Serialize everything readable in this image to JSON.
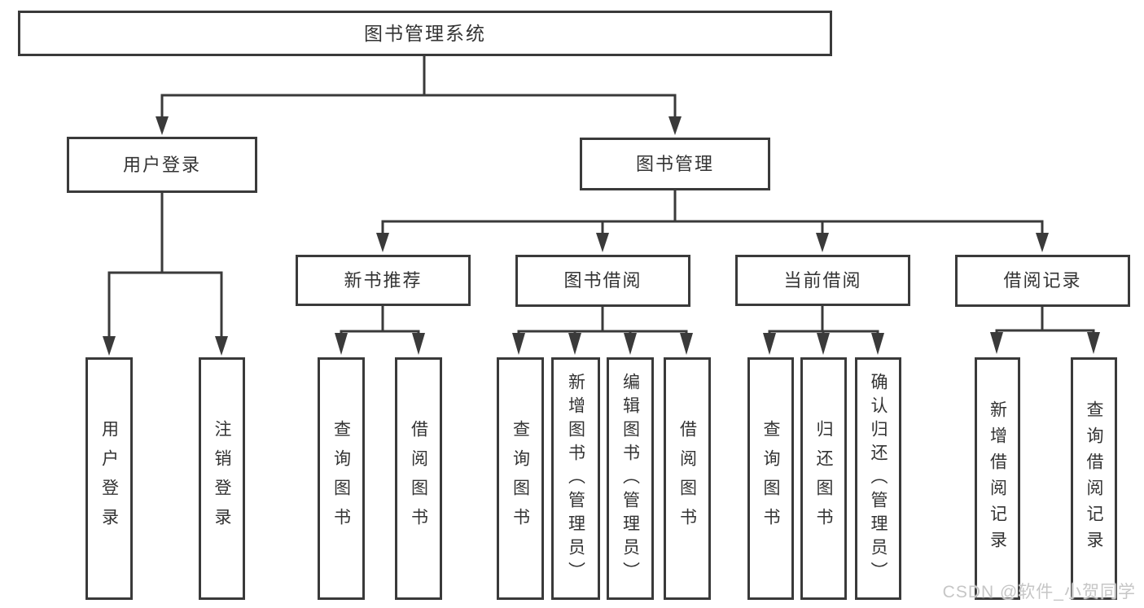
{
  "tree": {
    "root": {
      "label": "图书管理系统"
    },
    "user_login": {
      "label": "用户登录",
      "children": [
        {
          "label": "用户登录"
        },
        {
          "label": "注销登录"
        }
      ]
    },
    "book_mgmt": {
      "label": "图书管理",
      "branches": [
        {
          "label": "新书推荐",
          "children": [
            {
              "label": "查询图书"
            },
            {
              "label": "借阅图书"
            }
          ]
        },
        {
          "label": "图书借阅",
          "children": [
            {
              "label": "查询图书"
            },
            {
              "label": "新增图书（管理员）"
            },
            {
              "label": "编辑图书（管理员）"
            },
            {
              "label": "借阅图书"
            }
          ]
        },
        {
          "label": "当前借阅",
          "children": [
            {
              "label": "查询图书"
            },
            {
              "label": "归还图书"
            },
            {
              "label": "确认归还（管理员）"
            }
          ]
        },
        {
          "label": "借阅记录",
          "children": [
            {
              "label": "新增借阅记录"
            },
            {
              "label": "查询借阅记录"
            }
          ]
        }
      ]
    }
  },
  "watermark": "CSDN @软件_小贺同学",
  "colors": {
    "line": "#3a3a3a",
    "text": "#333333",
    "watermark": "#c6c6c6",
    "background": "#ffffff"
  }
}
